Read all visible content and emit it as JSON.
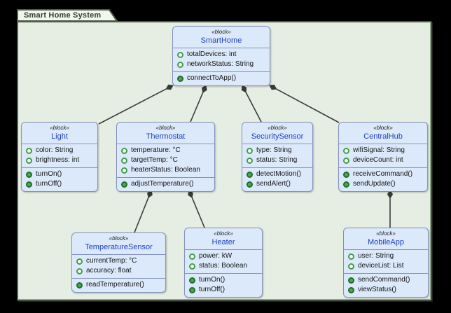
{
  "frame": {
    "title": "Smart Home System",
    "kind": "package"
  },
  "colors": {
    "canvas_background": "#000000",
    "frame_fill": "#e6eee3",
    "frame_border": "#4f5d48",
    "tab_fill": "#f2f6ee",
    "block_fill": "#dce9fa",
    "block_border": "#8393bf",
    "block_name_text": "#1b3fc0",
    "member_text": "#141414",
    "attribute_icon_green": "#3f9d46",
    "operation_icon_green": "#1f6e26",
    "connector": "#3c3c3c"
  },
  "icons": {
    "attribute": "open-green-circle",
    "operation": "filled-green-circle",
    "composition_end": "filled-diamond"
  },
  "diagram": {
    "blocks": [
      {
        "id": "SmartHome",
        "stereotype": "«block»",
        "name": "SmartHome",
        "attributes": [
          "totalDevices: int",
          "networkStatus: String"
        ],
        "operations": [
          "connectToApp()"
        ]
      },
      {
        "id": "Light",
        "stereotype": "«block»",
        "name": "Light",
        "attributes": [
          "color: String",
          "brightness: int"
        ],
        "operations": [
          "turnOn()",
          "turnOff()"
        ]
      },
      {
        "id": "Thermostat",
        "stereotype": "«block»",
        "name": "Thermostat",
        "attributes": [
          "temperature: °C",
          "targetTemp: °C",
          "heaterStatus: Boolean"
        ],
        "operations": [
          "adjustTemperature()"
        ]
      },
      {
        "id": "SecuritySensor",
        "stereotype": "«block»",
        "name": "SecuritySensor",
        "attributes": [
          "type: String",
          "status: String"
        ],
        "operations": [
          "detectMotion()",
          "sendAlert()"
        ]
      },
      {
        "id": "CentralHub",
        "stereotype": "«block»",
        "name": "CentralHub",
        "attributes": [
          "wifiSignal: String",
          "deviceCount: int"
        ],
        "operations": [
          "receiveCommand()",
          "sendUpdate()"
        ]
      },
      {
        "id": "TemperatureSensor",
        "stereotype": "«block»",
        "name": "TemperatureSensor",
        "attributes": [
          "currentTemp: °C",
          "accuracy: float"
        ],
        "operations": [
          "readTemperature()"
        ]
      },
      {
        "id": "Heater",
        "stereotype": "«block»",
        "name": "Heater",
        "attributes": [
          "power: kW",
          "status: Boolean"
        ],
        "operations": [
          "turnOn()",
          "turnOff()"
        ]
      },
      {
        "id": "MobileApp",
        "stereotype": "«block»",
        "name": "MobileApp",
        "attributes": [
          "user: String",
          "deviceList: List"
        ],
        "operations": [
          "sendCommand()",
          "viewStatus()"
        ]
      }
    ],
    "connections": [
      {
        "from": "SmartHome",
        "to": "Light",
        "type": "composition"
      },
      {
        "from": "SmartHome",
        "to": "Thermostat",
        "type": "composition"
      },
      {
        "from": "SmartHome",
        "to": "SecuritySensor",
        "type": "composition"
      },
      {
        "from": "SmartHome",
        "to": "CentralHub",
        "type": "composition"
      },
      {
        "from": "Thermostat",
        "to": "TemperatureSensor",
        "type": "composition"
      },
      {
        "from": "Thermostat",
        "to": "Heater",
        "type": "composition"
      },
      {
        "from": "CentralHub",
        "to": "MobileApp",
        "type": "composition"
      }
    ]
  }
}
